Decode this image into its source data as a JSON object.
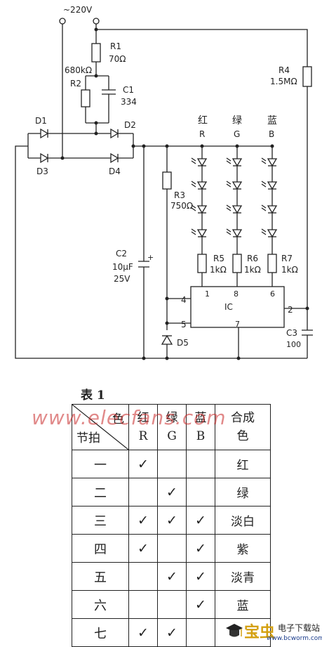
{
  "schematic": {
    "supply": "~220V",
    "r1": {
      "name": "R1",
      "value": "70Ω"
    },
    "r2": {
      "name": "R2",
      "value": "680kΩ"
    },
    "c1": {
      "name": "C1",
      "value": "334"
    },
    "r4": {
      "name": "R4",
      "value": "1.5MΩ"
    },
    "d1": "D1",
    "d2": "D2",
    "d3": "D3",
    "d4": "D4",
    "r3": {
      "name": "R3",
      "value": "750Ω"
    },
    "c2": {
      "name": "C2",
      "value": "10μF",
      "voltage": "25V"
    },
    "d5": "D5",
    "c3": {
      "name": "C3",
      "value": "100"
    },
    "channels": [
      {
        "cn": "红",
        "letter": "R",
        "resistor": "R5",
        "value": "1kΩ",
        "pin": "1"
      },
      {
        "cn": "绿",
        "letter": "G",
        "resistor": "R6",
        "value": "1kΩ",
        "pin": "8"
      },
      {
        "cn": "蓝",
        "letter": "B",
        "resistor": "R7",
        "value": "1kΩ",
        "pin": "6"
      }
    ],
    "ic": {
      "name": "IC",
      "pins": {
        "p4": "4",
        "p5": "5",
        "p7": "7",
        "p2": "2"
      }
    }
  },
  "table": {
    "title": "表 1",
    "corner_top": "色",
    "corner_bottom": "节拍",
    "col_red": {
      "cn": "红",
      "letter": "R"
    },
    "col_green": {
      "cn": "绿",
      "letter": "G"
    },
    "col_blue": {
      "cn": "蓝",
      "letter": "B"
    },
    "col_mix": {
      "line1": "合成",
      "line2": "色"
    },
    "check_mark": "✓",
    "rows": [
      {
        "beat": "一",
        "r": true,
        "g": false,
        "b": false,
        "mix": "红"
      },
      {
        "beat": "二",
        "r": false,
        "g": true,
        "b": false,
        "mix": "绿"
      },
      {
        "beat": "三",
        "r": true,
        "g": true,
        "b": true,
        "mix": "淡白"
      },
      {
        "beat": "四",
        "r": true,
        "g": false,
        "b": true,
        "mix": "紫"
      },
      {
        "beat": "五",
        "r": false,
        "g": true,
        "b": true,
        "mix": "淡青"
      },
      {
        "beat": "六",
        "r": false,
        "g": false,
        "b": true,
        "mix": "蓝"
      },
      {
        "beat": "七",
        "r": true,
        "g": true,
        "b": false,
        "mix": ""
      }
    ]
  },
  "watermark": "www.elecfans.com",
  "brand": {
    "logo_text": "宝虫",
    "site": "电子下载站",
    "url": "www.bcworm.com"
  }
}
